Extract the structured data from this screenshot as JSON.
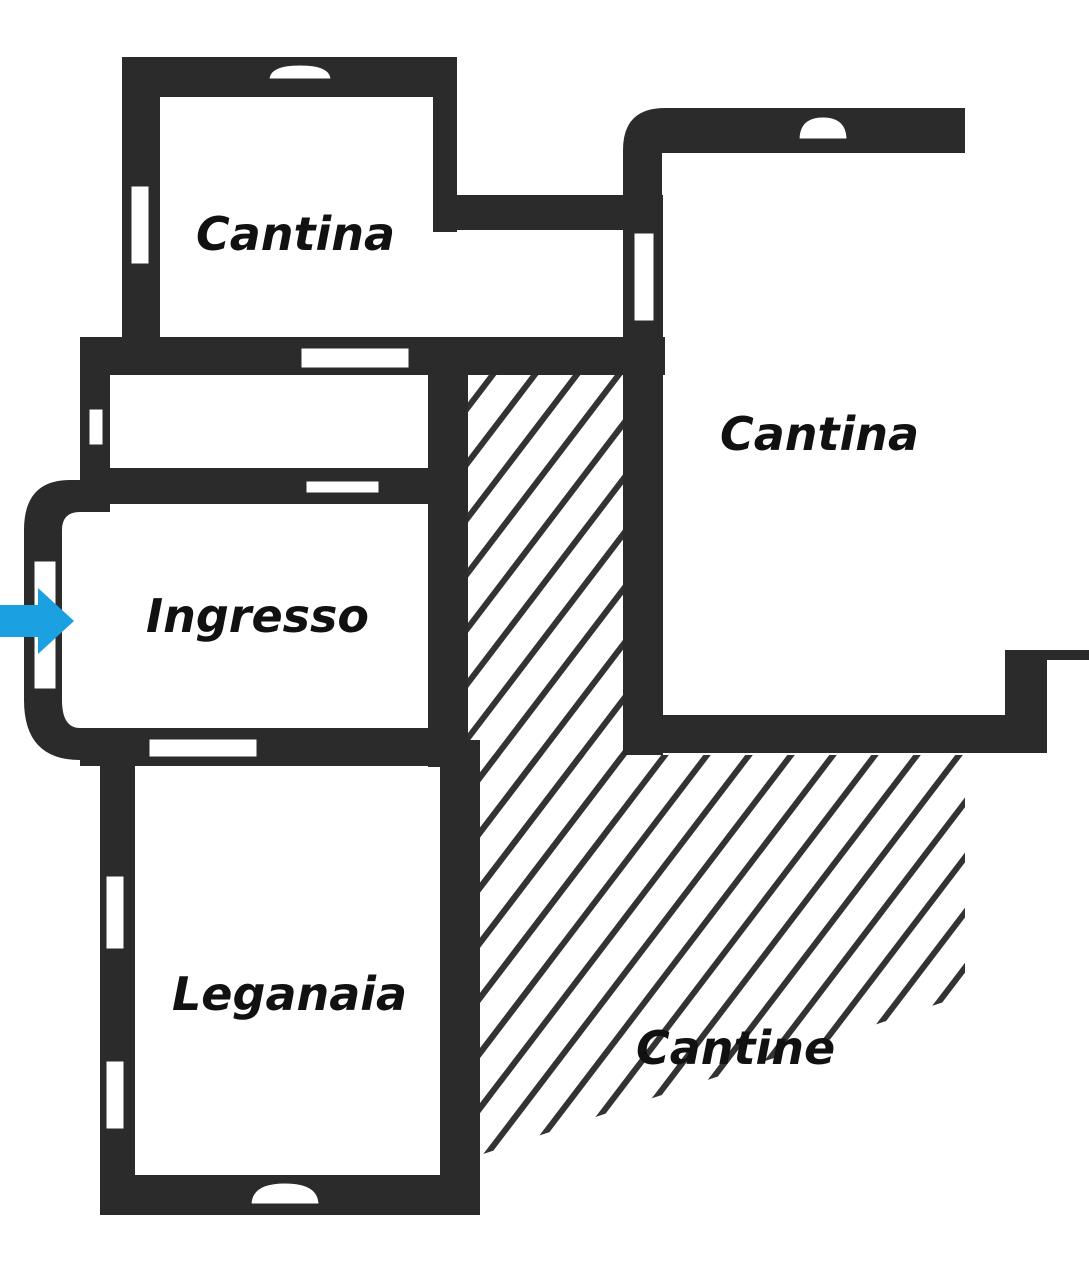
{
  "plan": {
    "rooms": [
      {
        "id": "cantina-top",
        "label": "Cantina"
      },
      {
        "id": "cantina-right",
        "label": "Cantina"
      },
      {
        "id": "ingresso",
        "label": "Ingresso"
      },
      {
        "id": "leganaia",
        "label": "Leganaia"
      },
      {
        "id": "cantine",
        "label": "Cantine"
      }
    ],
    "entrance_marker": {
      "icon": "arrow-right-icon"
    }
  },
  "colors": {
    "wall": "#2b2b2b",
    "hatch": "#333333",
    "background": "#ffffff",
    "entrance_arrow": "#1ba0e2"
  }
}
